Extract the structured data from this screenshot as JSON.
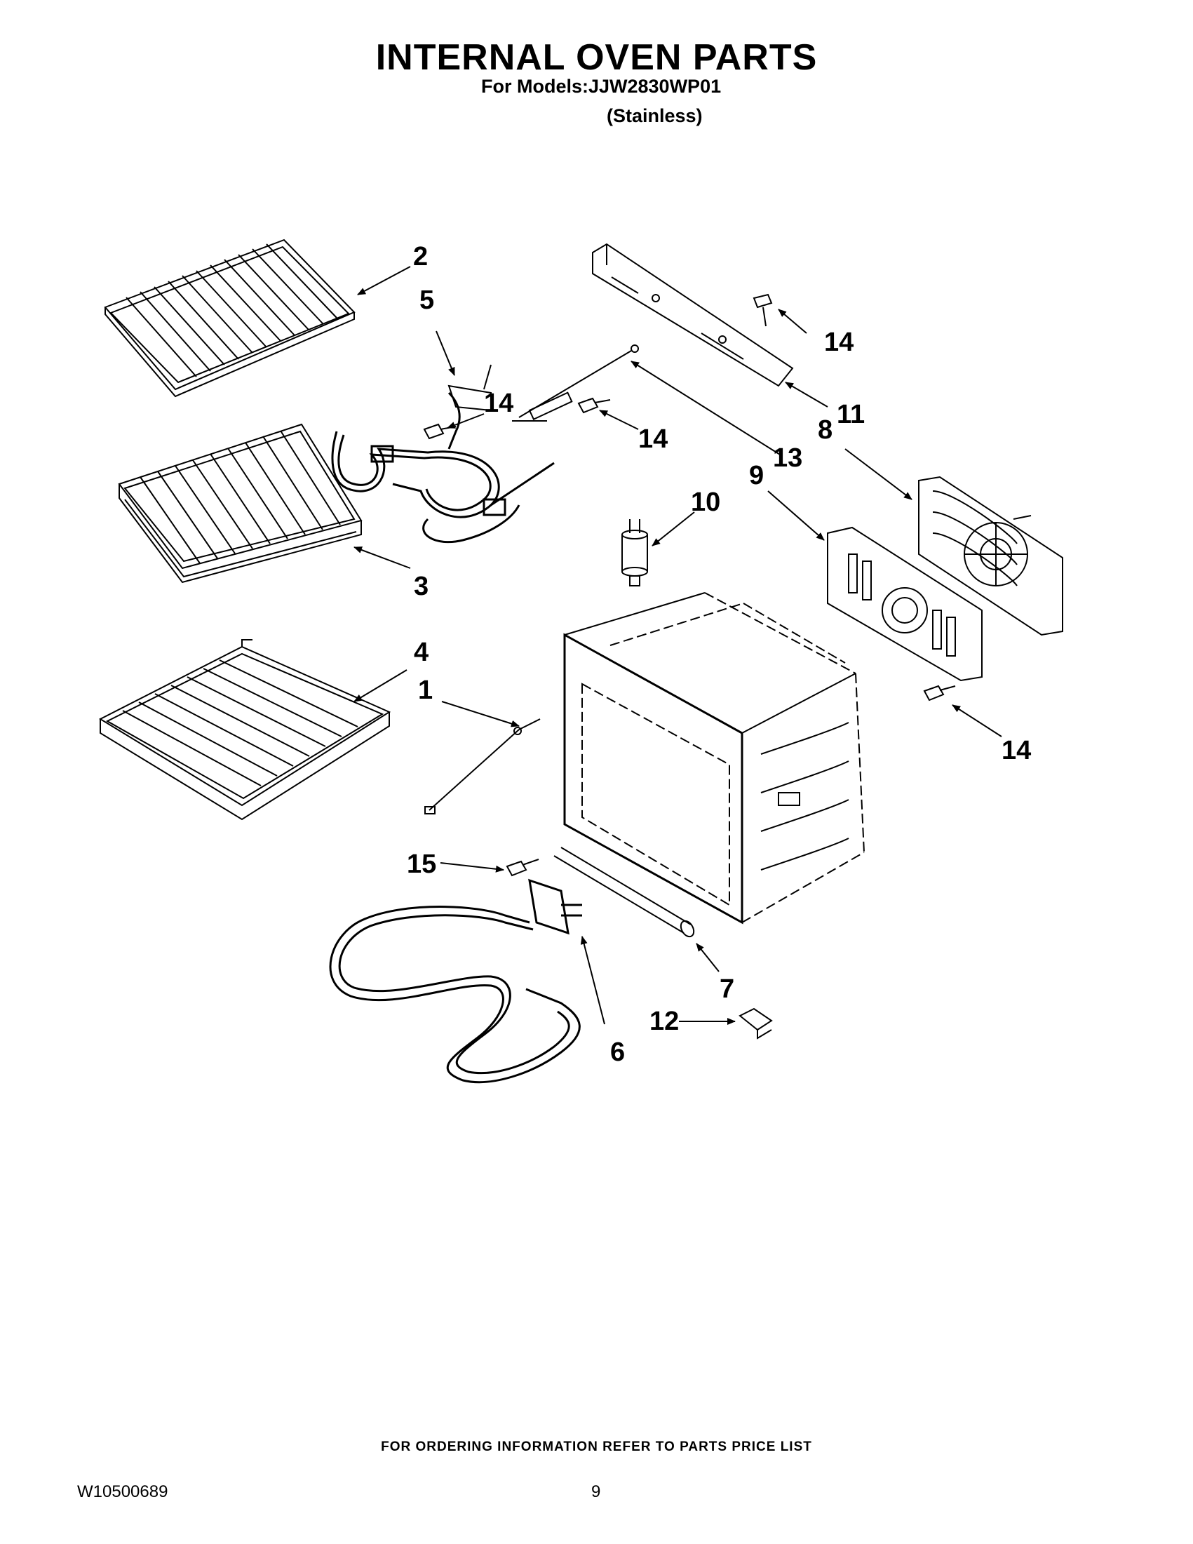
{
  "header": {
    "title": "INTERNAL OVEN PARTS",
    "models_line": "For Models:JJW2830WP01",
    "variant": "(Stainless)"
  },
  "callouts": [
    {
      "id": "c2",
      "label": "2"
    },
    {
      "id": "c5",
      "label": "5"
    },
    {
      "id": "c14a",
      "label": "14"
    },
    {
      "id": "c14b",
      "label": "14"
    },
    {
      "id": "c14c",
      "label": "14"
    },
    {
      "id": "c11",
      "label": "11"
    },
    {
      "id": "c13",
      "label": "13"
    },
    {
      "id": "c8",
      "label": "8"
    },
    {
      "id": "c9",
      "label": "9"
    },
    {
      "id": "c10",
      "label": "10"
    },
    {
      "id": "c3",
      "label": "3"
    },
    {
      "id": "c4",
      "label": "4"
    },
    {
      "id": "c1",
      "label": "1"
    },
    {
      "id": "c14d",
      "label": "14"
    },
    {
      "id": "c15",
      "label": "15"
    },
    {
      "id": "c7",
      "label": "7"
    },
    {
      "id": "c12",
      "label": "12"
    },
    {
      "id": "c6",
      "label": "6"
    }
  ],
  "footer": {
    "ordering_note": "FOR ORDERING INFORMATION REFER TO PARTS PRICE LIST",
    "doc_id": "W10500689",
    "page_number": "9"
  }
}
